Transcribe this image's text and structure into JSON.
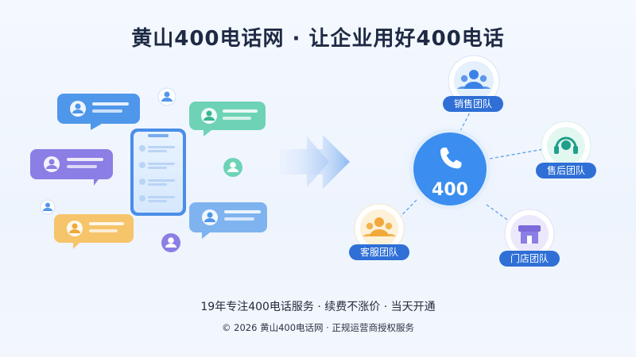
{
  "header": {
    "title": "黄山400电话网 · 让企业用好400电话"
  },
  "hub": {
    "number": "400"
  },
  "teams": [
    {
      "label": "销售团队",
      "icon": "team-icon"
    },
    {
      "label": "售后团队",
      "icon": "headset-icon"
    },
    {
      "label": "门店团队",
      "icon": "store-icon"
    },
    {
      "label": "客服团队",
      "icon": "team-icon"
    }
  ],
  "footer": {
    "tagline": "19年专注400电话服务 · 续费不涨价 · 当天开通",
    "copyright": "© 2026 黄山400电话网 · 正规运营商授权服务"
  },
  "colors": {
    "primary": "#3b8ef0",
    "blue_bubble": "#4f97ea",
    "purple_bubble": "#8b7ee4",
    "green_bubble": "#6ed3b6",
    "orange_bubble": "#f6c46a",
    "team_blue": "#2f6fd6"
  }
}
